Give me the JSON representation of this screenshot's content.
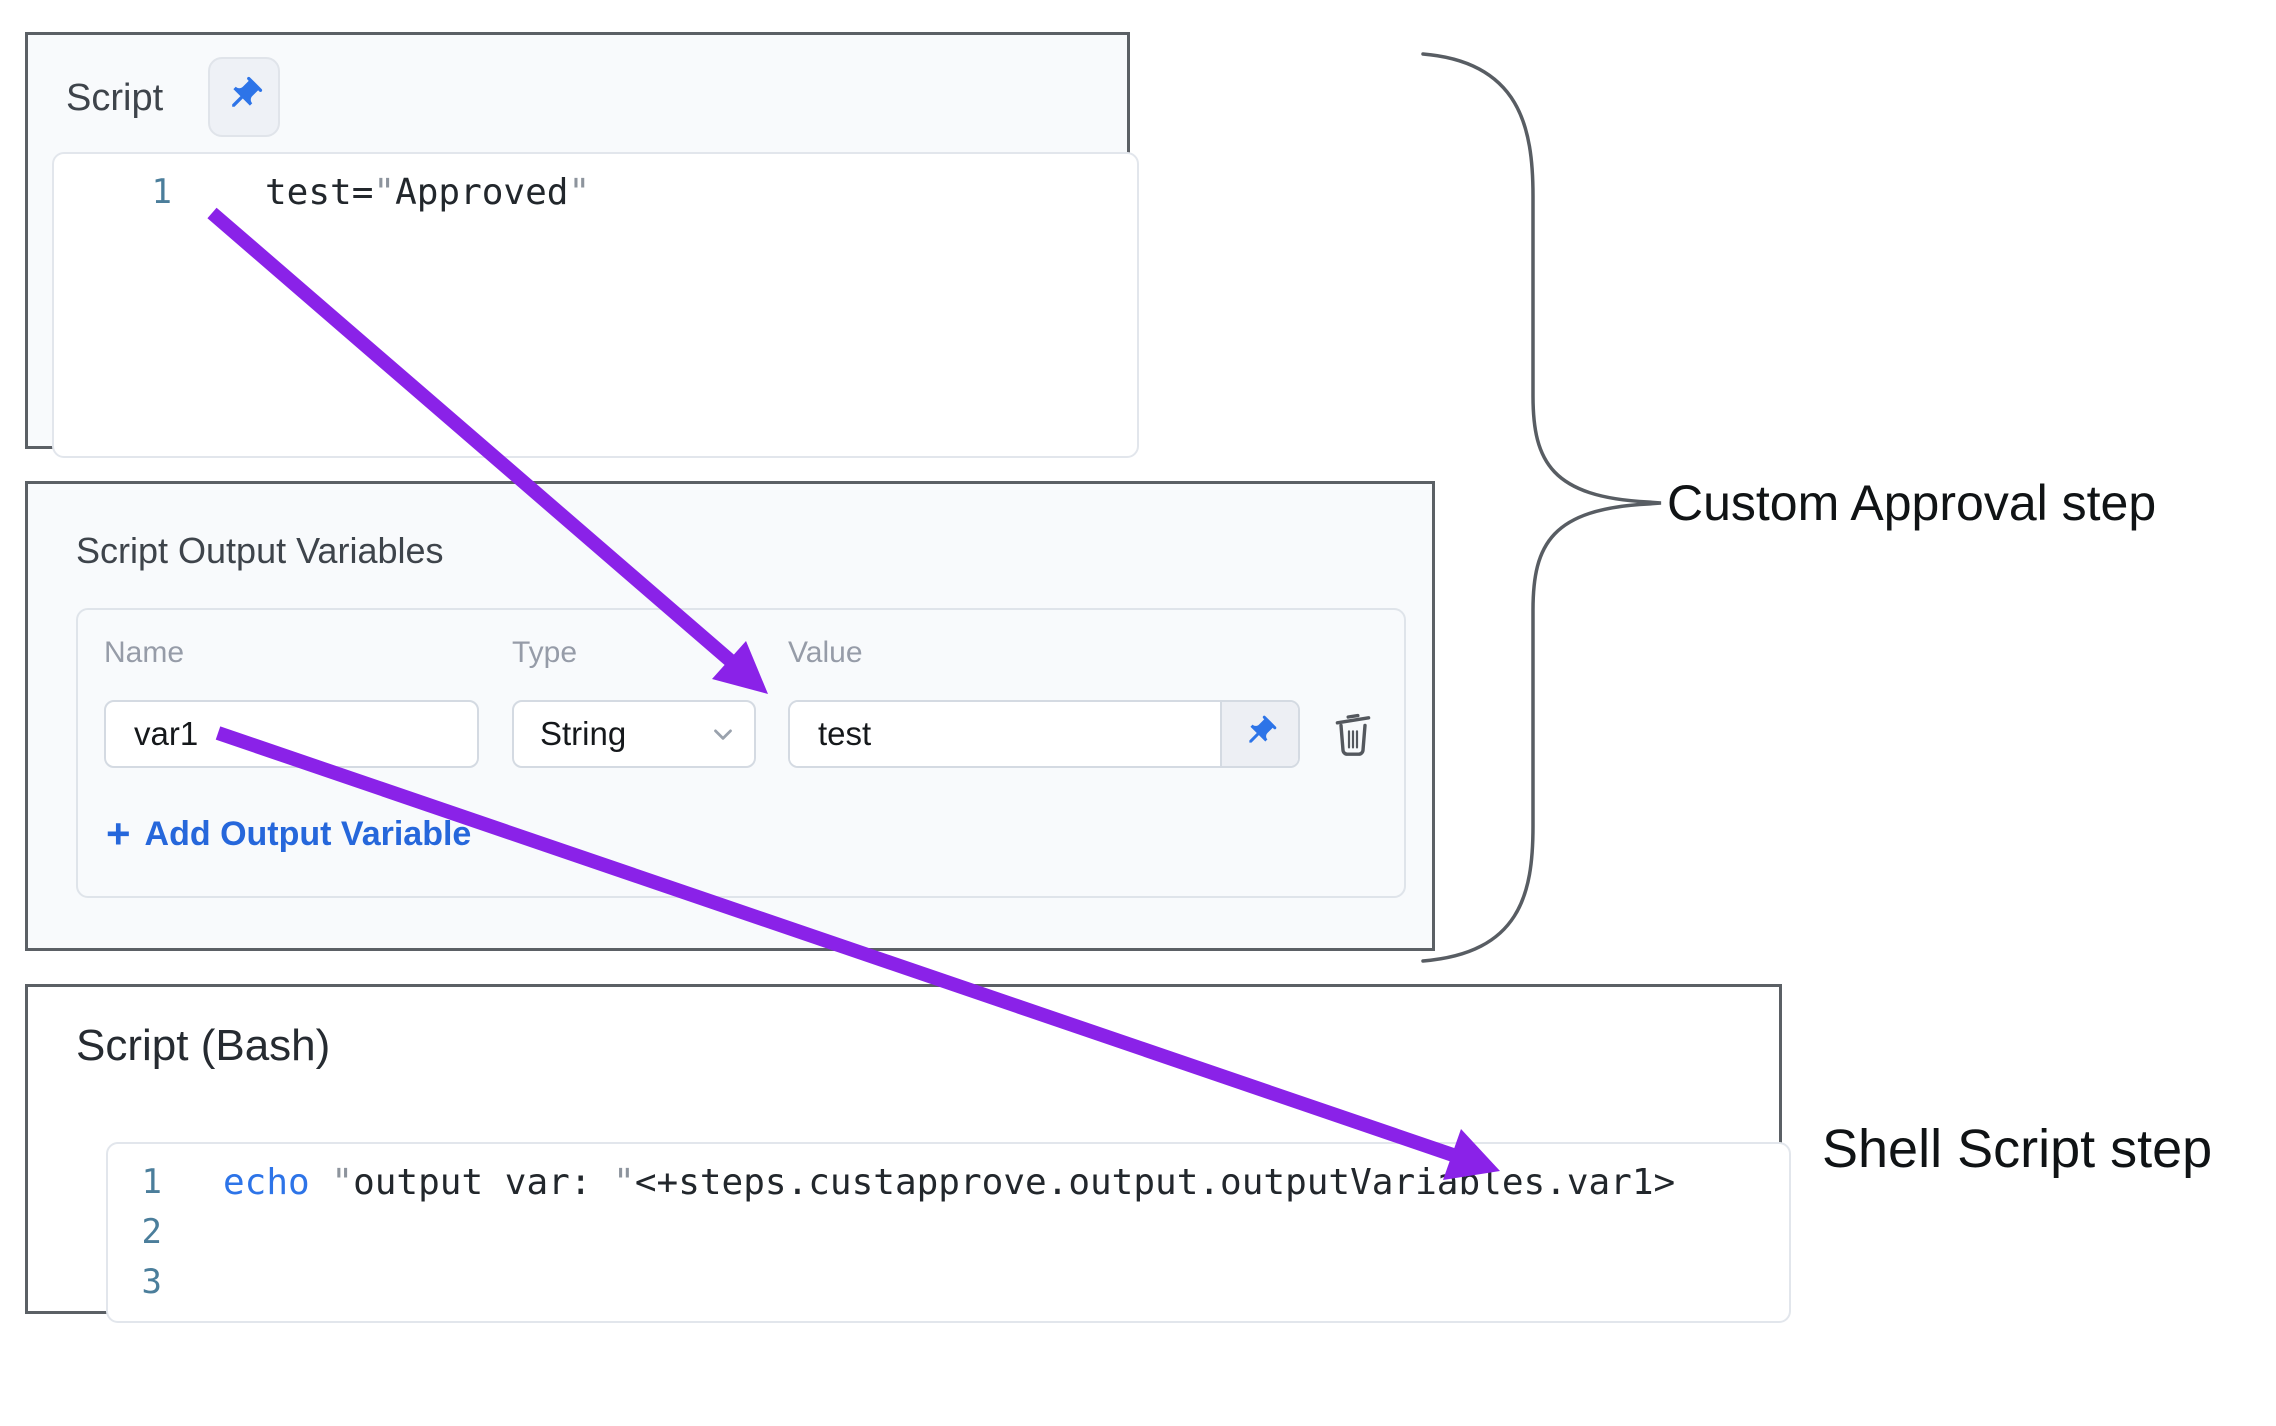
{
  "panels": {
    "script": {
      "title": "Script",
      "pin_icon": "pushpin-icon",
      "line_number": "1",
      "code": {
        "pre": "test=",
        "q1": "\"",
        "str": "Approved",
        "q2": "\""
      }
    },
    "output_variables": {
      "title": "Script Output Variables",
      "columns": {
        "name": "Name",
        "type": "Type",
        "value": "Value"
      },
      "row": {
        "name_value": "var1",
        "type_selected": "String",
        "value_value": "test",
        "pin_icon": "pushpin-icon",
        "delete_icon": "trash-icon"
      },
      "add_button": {
        "plus": "+",
        "label": "Add Output Variable"
      }
    },
    "bash": {
      "title": "Script (Bash)",
      "line_numbers": [
        "1",
        "2",
        "3"
      ],
      "code": {
        "keyword": "echo",
        "space": " ",
        "q1": "\"",
        "str": "output var: ",
        "q2": "\"",
        "expr": "<+steps.custapprove.output.outputVariables.var1>"
      }
    }
  },
  "annotations": {
    "custom_approval_label": "Custom Approval step",
    "shell_script_label": "Shell Script step"
  },
  "colors": {
    "arrow_purple": "#8a22e8",
    "accent_blue": "#2d74e8",
    "link_blue": "#2667db",
    "line_number_blue": "#4b7e9b",
    "panel_border": "#5b6065",
    "panel_bg": "#f8fafc",
    "brace_gray": "#585d63",
    "quote_gray": "#8d949d"
  }
}
